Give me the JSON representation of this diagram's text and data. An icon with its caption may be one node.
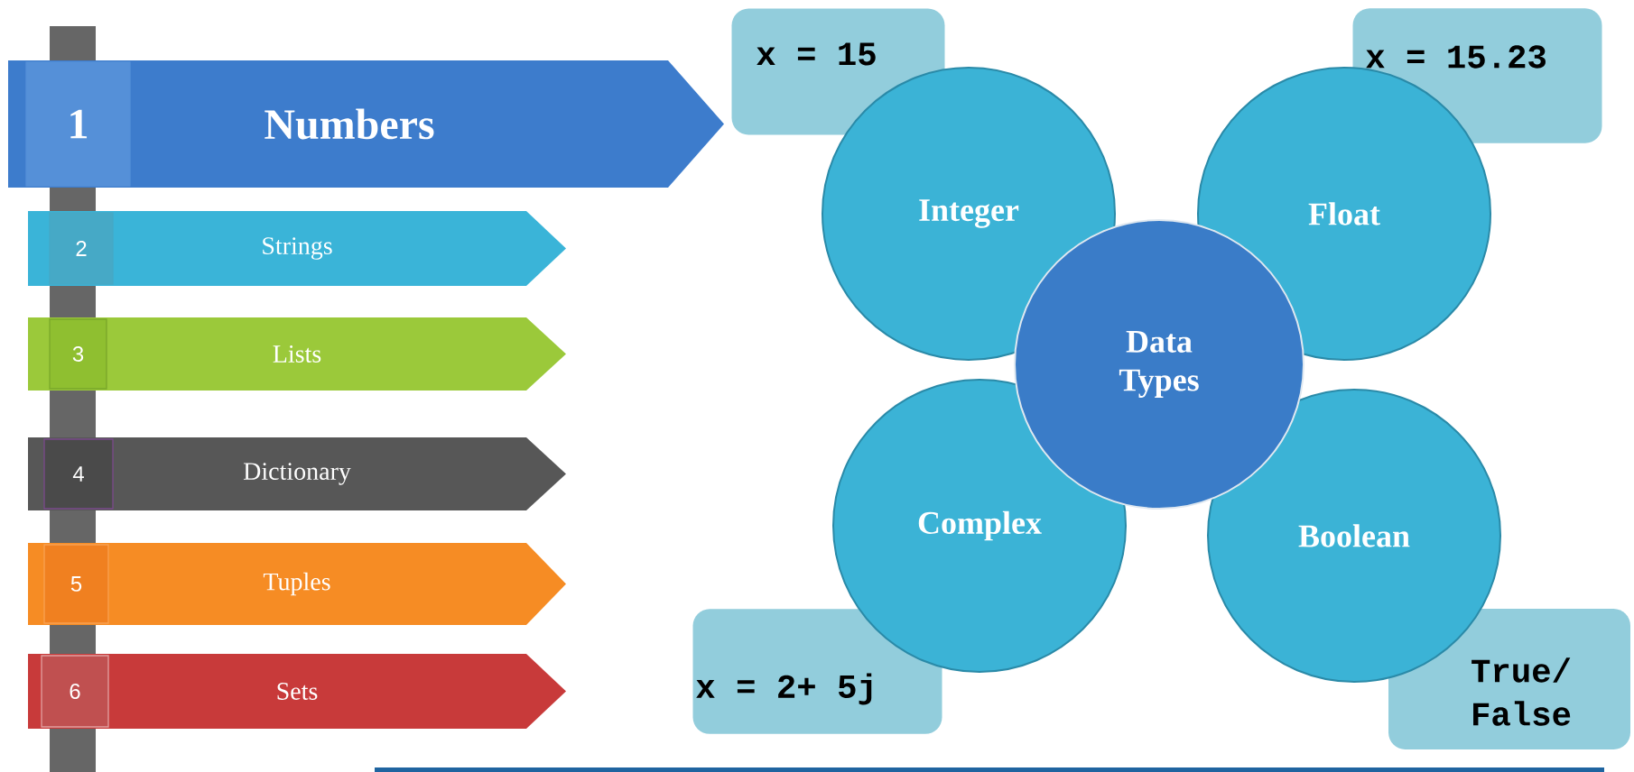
{
  "diagram": {
    "nodes": [
      {
        "text": [
          "1"
        ],
        "in": 1
      },
      {
        "text": [
          "Numbers"
        ]
      },
      {
        "text": [
          "2"
        ],
        "in": 3
      },
      {
        "text": [
          "Strings"
        ]
      },
      {
        "text": [
          "3"
        ],
        "in": 5
      },
      {
        "text": [
          "Lists"
        ]
      },
      {
        "text": [
          "4"
        ],
        "in": 7
      },
      {
        "text": [
          "Dictionary"
        ]
      },
      {
        "text": [
          "5"
        ],
        "in": 9
      },
      {
        "text": [
          "Tuples"
        ]
      },
      {
        "text": [
          "6"
        ],
        "in": 11
      },
      {
        "text": [
          "Sets"
        ]
      },
      {
        "text": [
          "x = 15"
        ]
      },
      {
        "text": [
          "x = 15.23"
        ]
      },
      {
        "text": [
          "Integer"
        ]
      },
      {
        "text": [
          "Float"
        ]
      },
      {
        "text": [
          "Data Types"
        ]
      },
      {
        "text": [
          "Complex"
        ]
      },
      {
        "text": [
          "Boolean"
        ]
      },
      {
        "text": [
          "x = 2+ 5j"
        ]
      },
      {
        "text": [
          "True/ False"
        ]
      },
      {
        "text": [],
        "shape": "bar"
      }
    ]
  }
}
